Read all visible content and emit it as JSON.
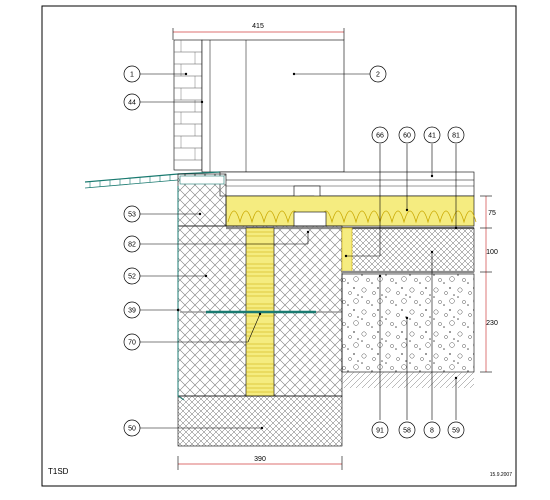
{
  "drawing": {
    "code": "T1SD",
    "date": "15.9.2007",
    "dimensions": {
      "top_width": "415",
      "bottom_width": "390",
      "insulation_height": "75",
      "slab_height": "100",
      "gravel_height": "230"
    },
    "callouts": [
      {
        "id": "1",
        "label": "1"
      },
      {
        "id": "44a",
        "label": "44"
      },
      {
        "id": "2",
        "label": "2"
      },
      {
        "id": "66",
        "label": "66"
      },
      {
        "id": "60",
        "label": "60"
      },
      {
        "id": "41",
        "label": "41"
      },
      {
        "id": "81",
        "label": "81"
      },
      {
        "id": "53",
        "label": "53"
      },
      {
        "id": "82",
        "label": "82"
      },
      {
        "id": "52",
        "label": "52"
      },
      {
        "id": "39",
        "label": "39"
      },
      {
        "id": "70",
        "label": "70"
      },
      {
        "id": "50",
        "label": "50"
      },
      {
        "id": "91",
        "label": "91"
      },
      {
        "id": "58",
        "label": "58"
      },
      {
        "id": "8",
        "label": "8"
      },
      {
        "id": "59",
        "label": "59"
      }
    ]
  },
  "colors": {
    "insulation": "#f5ec80",
    "insulation_line": "#d4b000",
    "membrane": "#1a7a70",
    "line": "#000000",
    "hatch": "#7a7a7a",
    "gray_band": "#8c8c8c"
  }
}
